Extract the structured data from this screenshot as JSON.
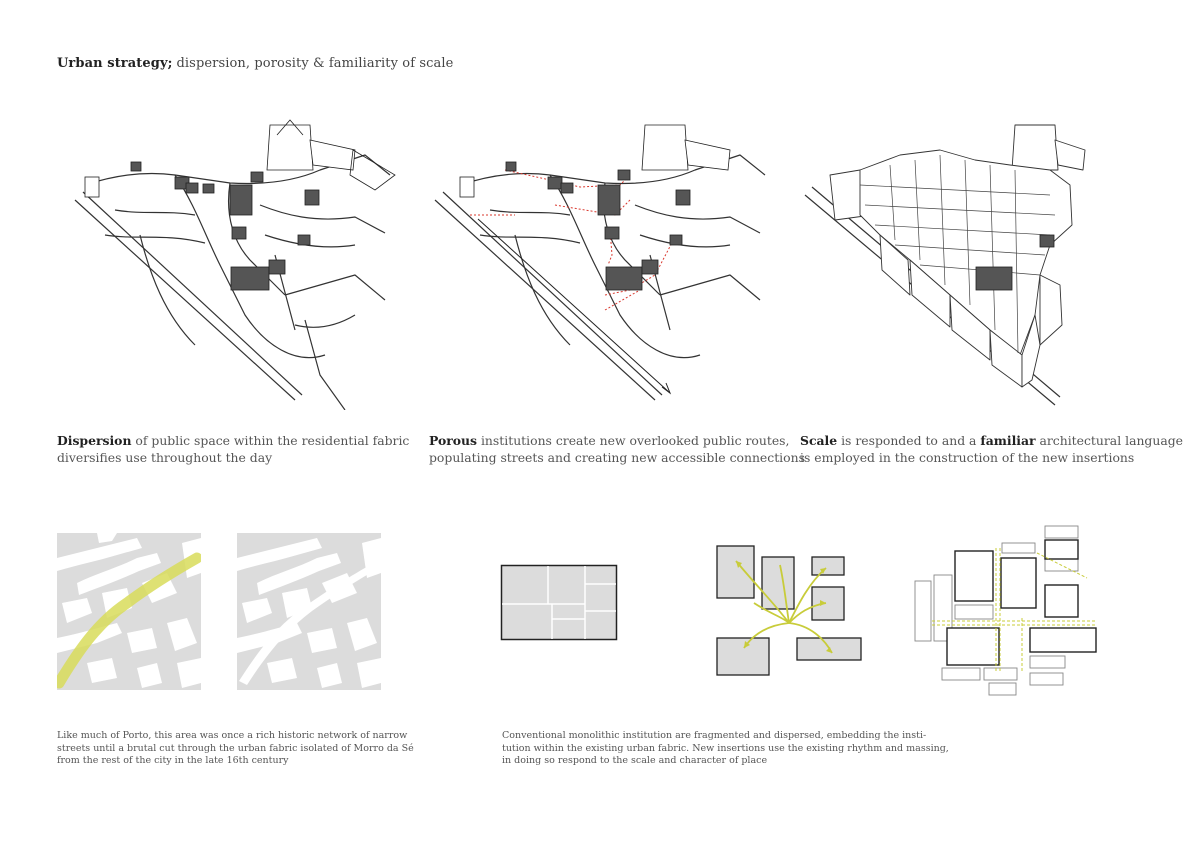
{
  "header": {
    "title_bold": "Urban strategy;",
    "title_rest": "dispersion, porosity & familiarity of scale"
  },
  "captions": [
    {
      "bold": "Dispersion",
      "rest": " of public space within the residential fabric",
      "line2": "diversifies use throughout the day"
    },
    {
      "bold": "Porous",
      "rest": " institutions create new overlooked public routes,",
      "line2": "populating streets and creating new accessible connections"
    },
    {
      "bold": "Scale",
      "mid": " is responded to and a ",
      "bold2": "familiar",
      "rest": " architectural language",
      "line2": "is employed in the construction of the new insertions"
    }
  ],
  "notes": {
    "left": [
      "Like much of Porto, this area was once a rich historic network of narrow",
      "streets until a brutal cut through the urban fabric isolated of Morro da Sé",
      "from the rest of the city in the late 16th century"
    ],
    "right": [
      "Conventional monolithic institution are fragmented and dispersed, embedding the insti-",
      "tution within the existing urban fabric. New insertions use the existing rhythm and massing,",
      "in doing so respond to the scale and character of place"
    ]
  },
  "colors": {
    "accent_yellow": "#d8dc5a",
    "route_red": "#d9382e",
    "fill_grey": "#dcdcdc",
    "stroke": "#333333"
  }
}
